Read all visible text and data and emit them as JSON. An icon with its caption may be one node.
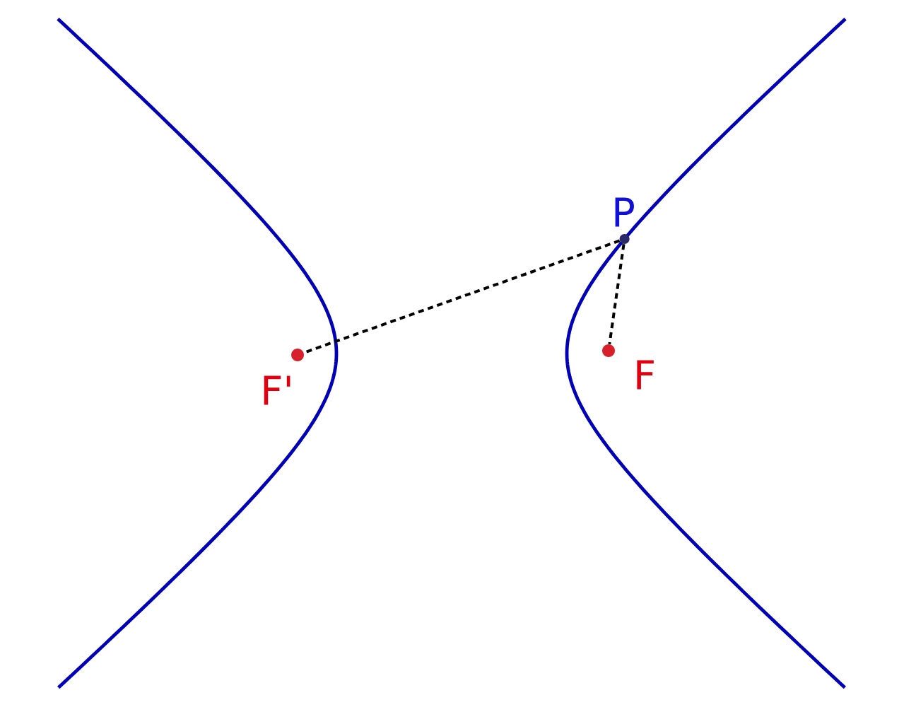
{
  "diagram": {
    "nodes": [
      {
        "text": [],
        "shape": "circle",
        "beside": [
          "P"
        ]
      },
      {
        "text": [],
        "shape": "circle",
        "beside": [
          "F'"
        ]
      },
      {
        "text": [],
        "shape": "circle",
        "beside": [
          "F"
        ]
      }
    ],
    "edges": [
      {
        "from": 0,
        "to": 1,
        "arrow": "none",
        "style": "dashed"
      },
      {
        "from": 0,
        "to": 2,
        "arrow": "none",
        "style": "dashed"
      }
    ]
  }
}
